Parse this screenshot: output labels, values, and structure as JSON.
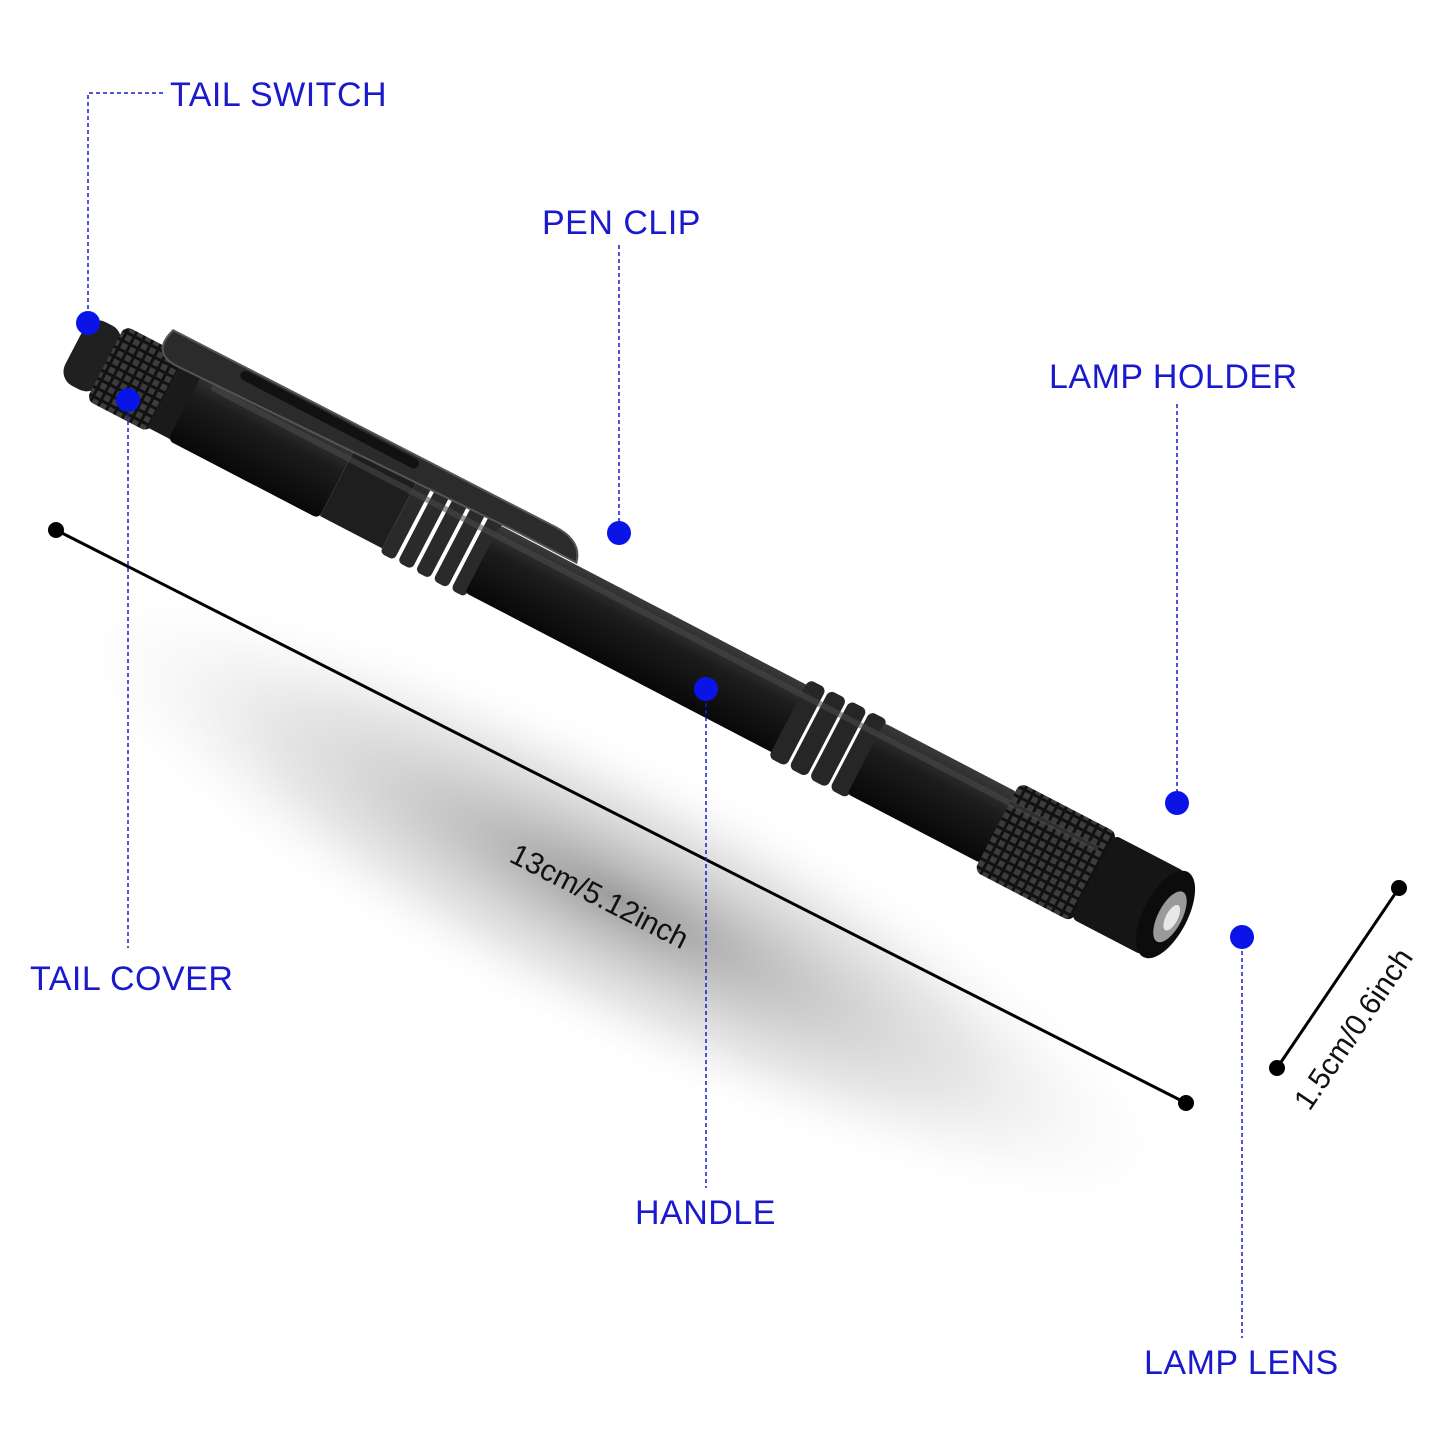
{
  "labels": {
    "tail_switch": "TAIL SWITCH",
    "pen_clip": "PEN CLIP",
    "lamp_holder": "LAMP HOLDER",
    "tail_cover": "TAIL COVER",
    "handle": "HANDLE",
    "lamp_lens": "LAMP LENS"
  },
  "dimensions": {
    "length": "13cm/5.12inch",
    "diameter": "1.5cm/0.6inch"
  },
  "colors": {
    "label_text": "#1a1acc",
    "callout_dot": "#0a14e6",
    "body": "#161616",
    "dimension_line": "#000000"
  }
}
